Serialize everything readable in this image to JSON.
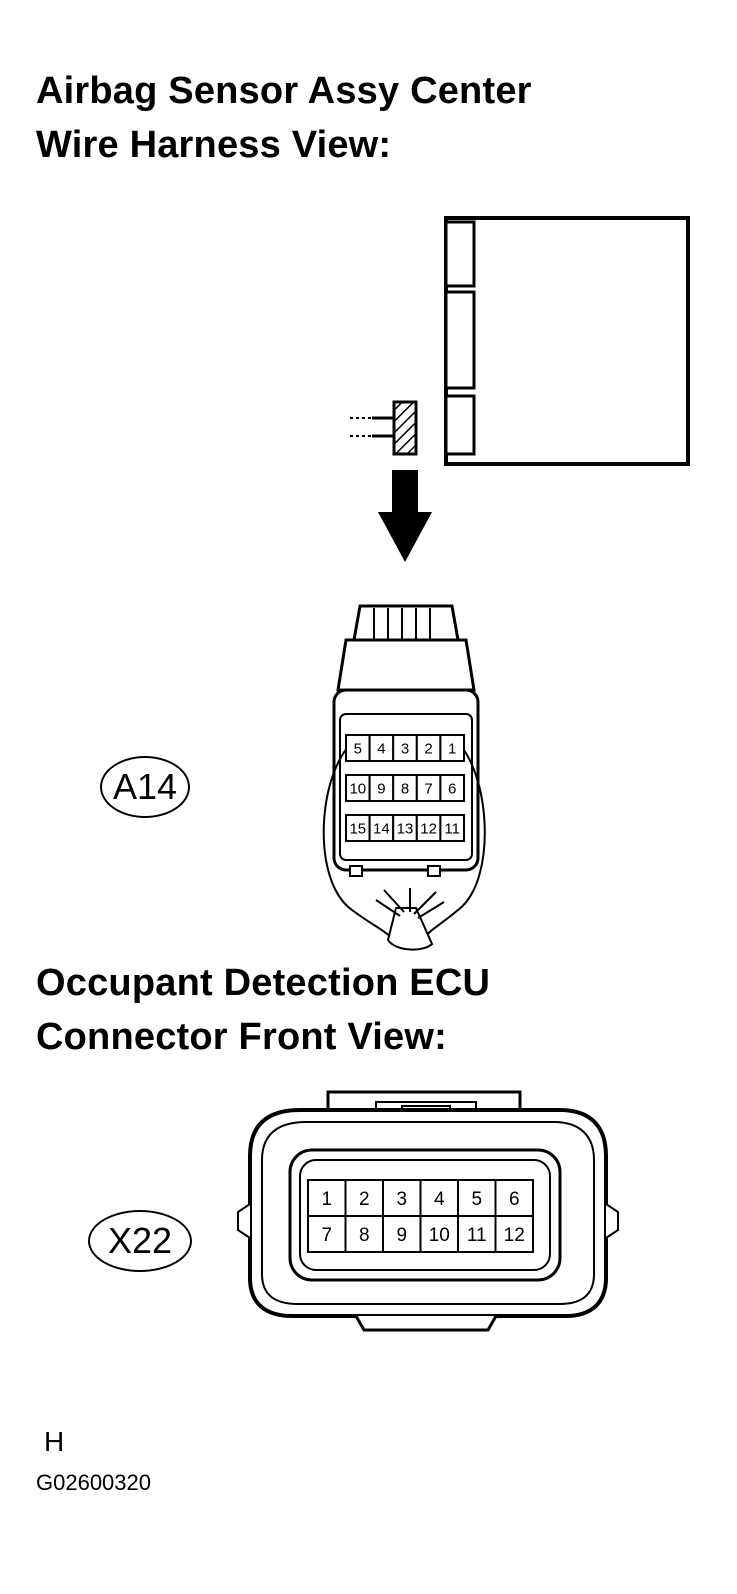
{
  "title_top": {
    "line1": "Airbag Sensor Assy Center",
    "line2": "Wire Harness View:"
  },
  "title_bottom": {
    "line1": "Occupant Detection ECU",
    "line2": "Connector Front View:"
  },
  "connector_a14": {
    "label": "A14",
    "rows": [
      [
        "5",
        "4",
        "3",
        "2",
        "1"
      ],
      [
        "10",
        "9",
        "8",
        "7",
        "6"
      ],
      [
        "15",
        "14",
        "13",
        "12",
        "11"
      ]
    ]
  },
  "connector_x22": {
    "label": "X22",
    "rows": [
      [
        "1",
        "2",
        "3",
        "4",
        "5",
        "6"
      ],
      [
        "7",
        "8",
        "9",
        "10",
        "11",
        "12"
      ]
    ]
  },
  "footer": {
    "mark": "H",
    "figure_code": "G02600320"
  }
}
